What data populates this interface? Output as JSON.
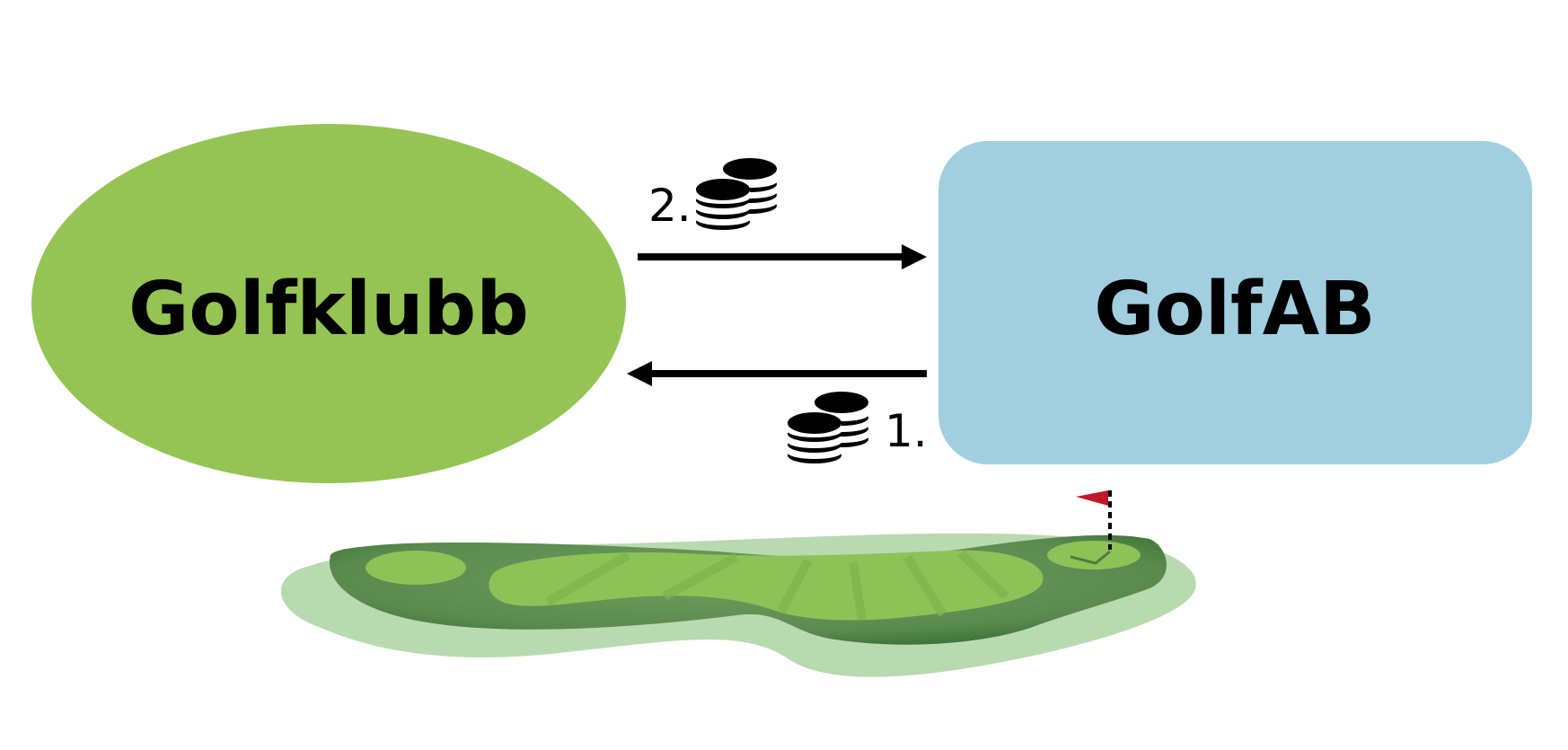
{
  "diagram": {
    "nodes": {
      "golfklubb": {
        "label": "Golfklubb",
        "color": "#95c455"
      },
      "golfab": {
        "label": "GolfAB",
        "color": "#a2cfe0"
      }
    },
    "flows": {
      "to_golfab": {
        "step": "2."
      },
      "to_golfklubb": {
        "step": "1."
      }
    },
    "icons": {
      "coins": "coin-stack-icon",
      "course": "golf-course-icon",
      "flag": "flag-icon"
    },
    "colors": {
      "arrow": "#000000",
      "course_outer": "#b9dab0",
      "course_dark": "#5a8a4e",
      "course_light": "#8dc257",
      "flag": "#c0182a"
    }
  }
}
